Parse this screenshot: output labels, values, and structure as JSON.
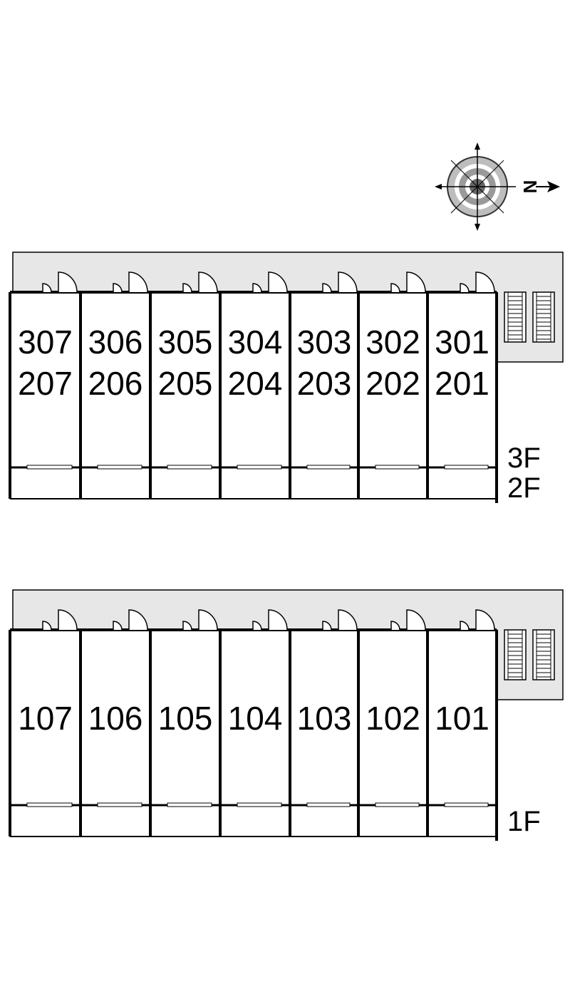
{
  "compass": {
    "label": "N",
    "icon": "compass-rose-icon"
  },
  "colors": {
    "corridor": "#e7e7e7",
    "line": "#000000",
    "background": "#ffffff"
  },
  "upper_block": {
    "floor_labels": [
      "3F",
      "2F"
    ],
    "units_top": [
      "307",
      "306",
      "305",
      "304",
      "303",
      "302",
      "301"
    ],
    "units_bottom": [
      "207",
      "206",
      "205",
      "204",
      "203",
      "202",
      "201"
    ]
  },
  "lower_block": {
    "floor_labels": [
      "1F"
    ],
    "units_top": [
      "107",
      "106",
      "105",
      "104",
      "103",
      "102",
      "101"
    ]
  }
}
